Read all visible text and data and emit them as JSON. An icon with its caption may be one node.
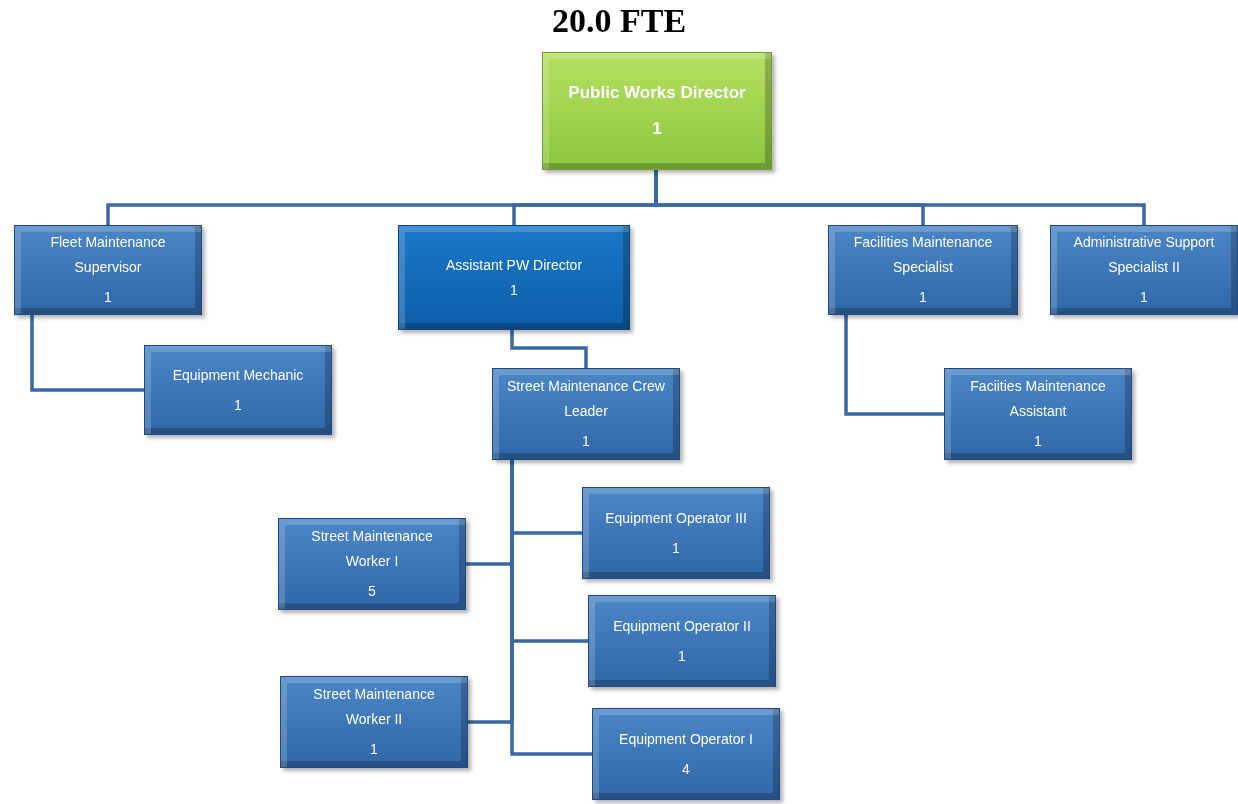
{
  "diagram": {
    "title": "20.0 FTE",
    "nodes": [
      {
        "text": [
          "Public Works Director",
          "1"
        ]
      },
      {
        "text": [
          "Fleet Maintenance Supervisor",
          "1"
        ]
      },
      {
        "text": [
          "Assistant PW Director",
          "1"
        ]
      },
      {
        "text": [
          "Facilities Maintenance Specialist",
          "1"
        ]
      },
      {
        "text": [
          "Administrative Support Specialist II",
          "1"
        ]
      },
      {
        "text": [
          "Equipment Mechanic",
          "1"
        ]
      },
      {
        "text": [
          "Street Maintenance Crew Leader",
          "1"
        ]
      },
      {
        "text": [
          "Faciities Maintenance Assistant",
          "1"
        ]
      },
      {
        "text": [
          "Street Maintenance Worker I",
          "5"
        ]
      },
      {
        "text": [
          "Equipment Operator III",
          "1"
        ]
      },
      {
        "text": [
          "Equipment Operator II",
          "1"
        ]
      },
      {
        "text": [
          "Street Maintenance Worker II",
          "1"
        ]
      },
      {
        "text": [
          "Equipment Operator I",
          "4"
        ]
      }
    ],
    "edges": [
      {
        "from": 0,
        "to": 1,
        "arrow": "none"
      },
      {
        "from": 0,
        "to": 2,
        "arrow": "none"
      },
      {
        "from": 0,
        "to": 3,
        "arrow": "none"
      },
      {
        "from": 0,
        "to": 4,
        "arrow": "none"
      },
      {
        "from": 1,
        "to": 5,
        "arrow": "none"
      },
      {
        "from": 2,
        "to": 6,
        "arrow": "none"
      },
      {
        "from": 3,
        "to": 7,
        "arrow": "none"
      },
      {
        "from": 6,
        "to": 8,
        "arrow": "none"
      },
      {
        "from": 6,
        "to": 9,
        "arrow": "none"
      },
      {
        "from": 6,
        "to": 10,
        "arrow": "none"
      },
      {
        "from": 6,
        "to": 11,
        "arrow": "none"
      },
      {
        "from": 6,
        "to": 12,
        "arrow": "none"
      }
    ]
  }
}
